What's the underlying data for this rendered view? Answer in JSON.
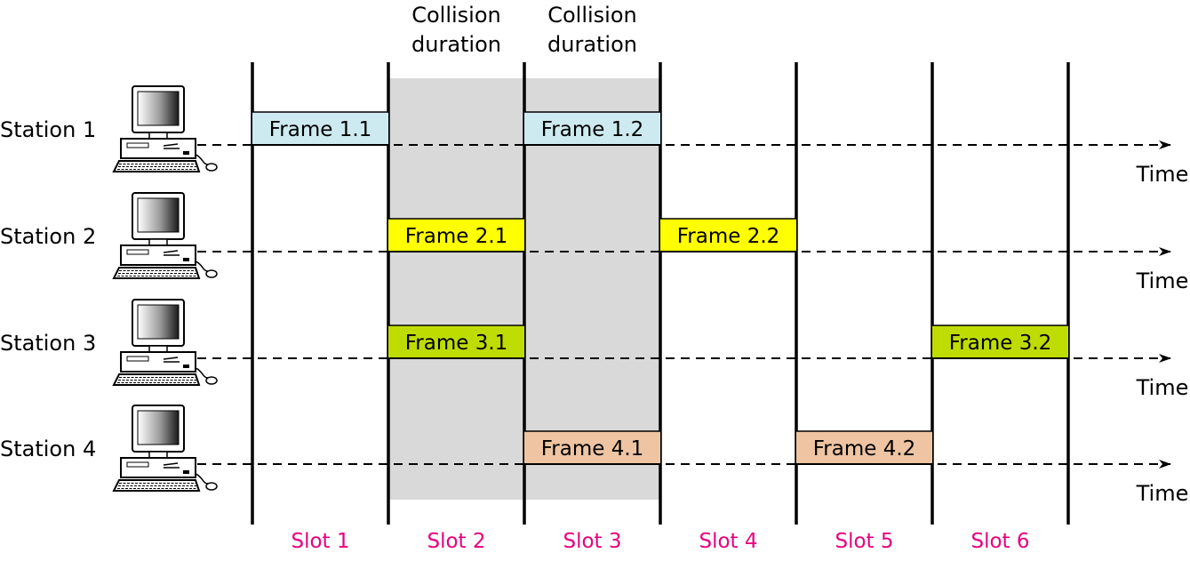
{
  "collision_labels": [
    {
      "line1": "Collision",
      "line2": "duration"
    },
    {
      "line1": "Collision",
      "line2": "duration"
    }
  ],
  "collision_slots": [
    2,
    3
  ],
  "slot_label_color": "#e6007e",
  "slots": [
    "Slot 1",
    "Slot 2",
    "Slot 3",
    "Slot 4",
    "Slot 5",
    "Slot 6"
  ],
  "stations": [
    {
      "label": "Station 1",
      "time_label": "Time",
      "color": "#cdeaf0",
      "frames": [
        {
          "label": "Frame 1.1",
          "slot": 1
        },
        {
          "label": "Frame 1.2",
          "slot": 3
        }
      ]
    },
    {
      "label": "Station 2",
      "time_label": "Time",
      "color": "#ffff00",
      "frames": [
        {
          "label": "Frame 2.1",
          "slot": 2
        },
        {
          "label": "Frame 2.2",
          "slot": 4
        }
      ]
    },
    {
      "label": "Station 3",
      "time_label": "Time",
      "color": "#bfdc00",
      "frames": [
        {
          "label": "Frame 3.1",
          "slot": 2
        },
        {
          "label": "Frame 3.2",
          "slot": 6
        }
      ]
    },
    {
      "label": "Station 4",
      "time_label": "Time",
      "color": "#eec4a2",
      "frames": [
        {
          "label": "Frame 4.1",
          "slot": 3
        },
        {
          "label": "Frame 4.2",
          "slot": 5
        }
      ]
    }
  ]
}
